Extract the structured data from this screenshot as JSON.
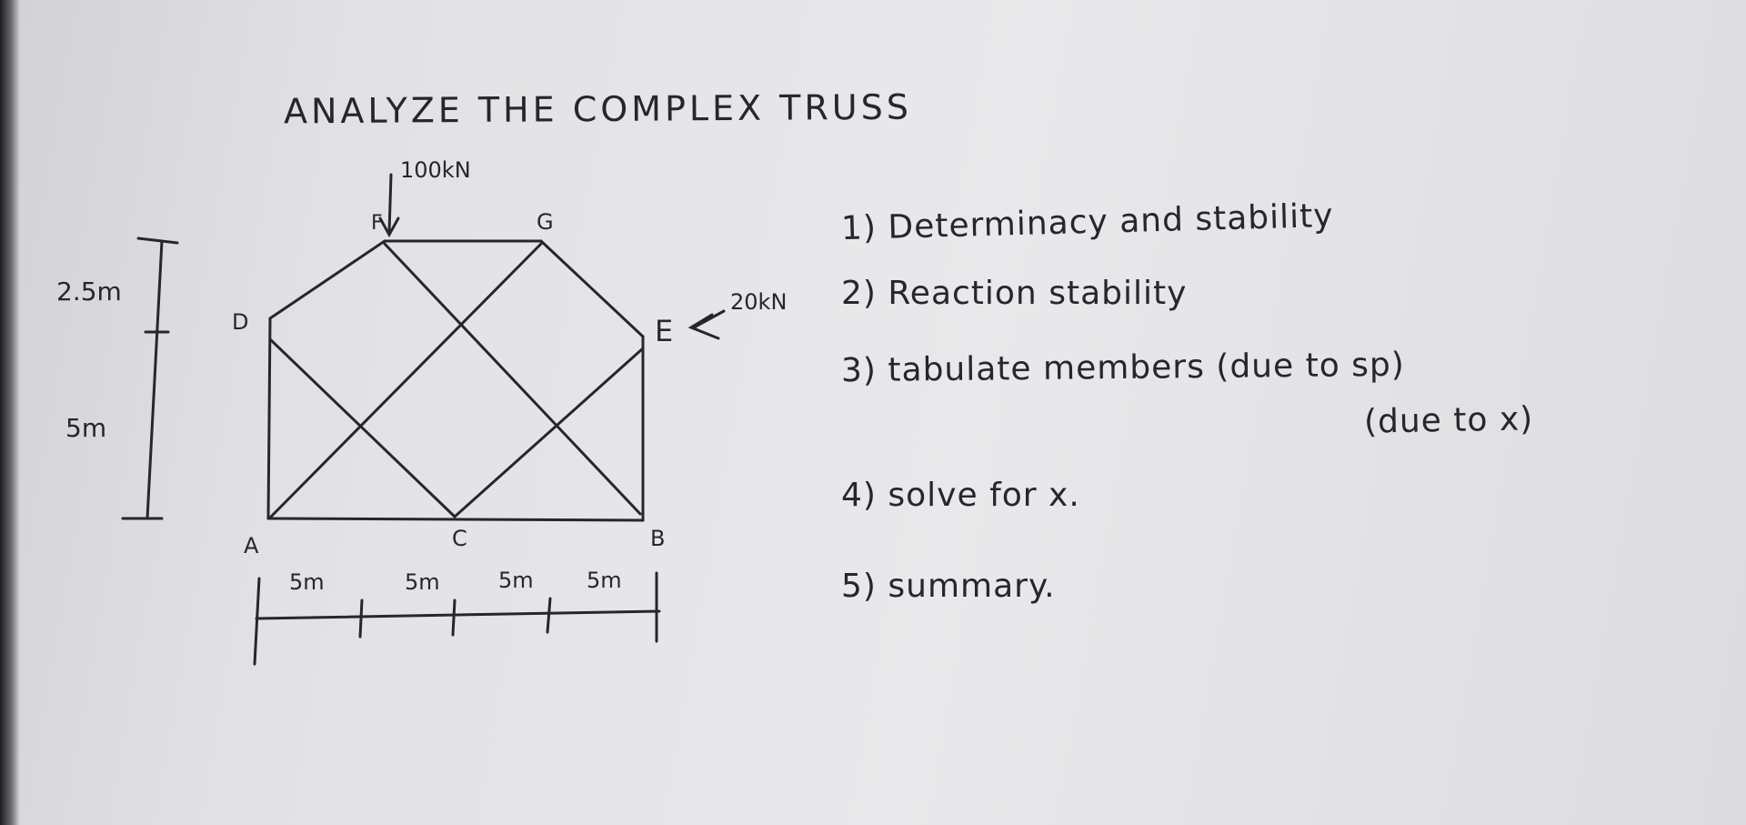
{
  "title": "ANALYZE THE COMPLEX TRUSS",
  "loads": {
    "vertical": "100kN",
    "horizontal": "20kN"
  },
  "nodes": {
    "A": "A",
    "B": "B",
    "C": "C",
    "D": "D",
    "E": "E",
    "F": "F",
    "G": "G"
  },
  "dimensions": {
    "top_height": "2.5m",
    "bottom_height": "5m",
    "spans": [
      "5m",
      "5m",
      "5m",
      "5m"
    ]
  },
  "tasks": {
    "t1": "1) Determinacy and stability",
    "t2": "2) Reaction stability",
    "t3": "3) tabulate members (due to sp)",
    "t3b": "(due to x)",
    "t4": "4) solve for x.",
    "t5": "5) summary."
  },
  "colors": {
    "ink": "#26262b",
    "paper": "#e6e6e8"
  }
}
